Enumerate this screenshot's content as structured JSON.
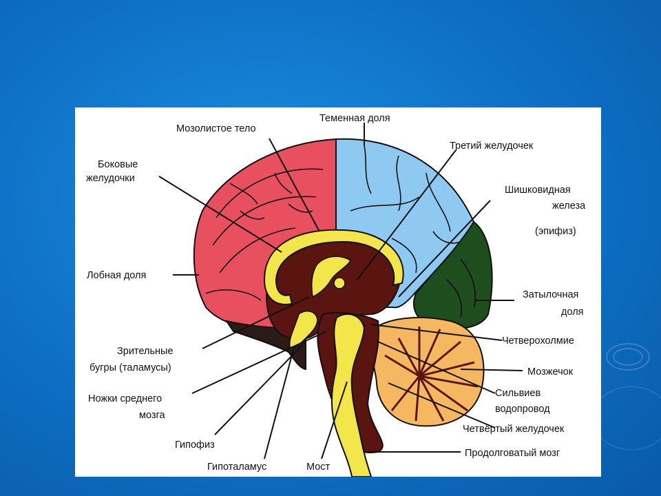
{
  "labels": {
    "parietal": "Теменная доля",
    "corpus_callosum": "Мозолистое тело",
    "third_ventricle": "Третий желудочек",
    "lateral_ventricles_1": "Боковые",
    "lateral_ventricles_2": "желудочки",
    "pineal_1": "Шишковидная",
    "pineal_2": "железа",
    "pineal_3": "(эпифиз)",
    "frontal": "Лобная доля",
    "occipital_1": "Затылочная",
    "occipital_2": "доля",
    "quadrigemina": "Четверохолмие",
    "thalamus_1": "Зрительные",
    "thalamus_2": "бугры (таламусы)",
    "cerebellum": "Мозжечок",
    "midbrain_peduncles_1": "Ножки среднего",
    "midbrain_peduncles_2": "мозга",
    "aqueduct_1": "Сильвиев",
    "aqueduct_2": "водопровод",
    "fourth_ventricle": "Четвёртый желудочек",
    "pituitary": "Гипофиз",
    "medulla": "Продолговатый мозг",
    "hypothalamus": "Гипоталамус",
    "pons": "Мост"
  },
  "colors": {
    "background": "#0d6fc4",
    "frontal": "#e8505f",
    "parietal": "#8ec9f2",
    "occipital": "#1e4d1e",
    "cerebellum": "#f5b860",
    "core": "#5a1510",
    "brainstem": "#f3e64a"
  }
}
